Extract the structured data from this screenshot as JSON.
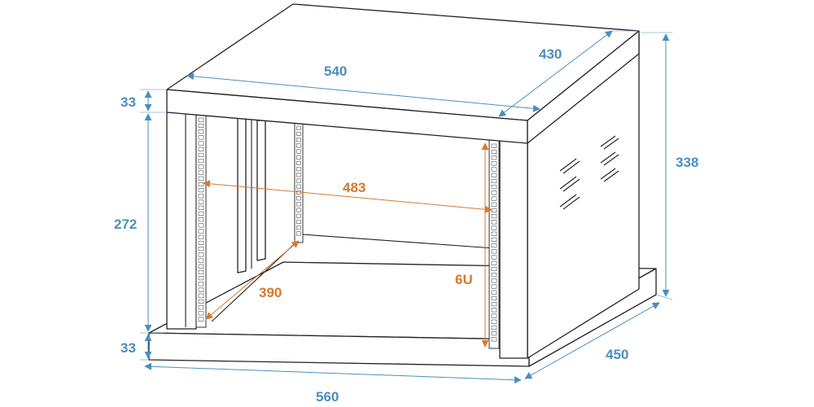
{
  "colors": {
    "blue": "#4a8fbe",
    "orange": "#d9782d",
    "line": "#222222"
  },
  "dimensions": {
    "top_width": "540",
    "top_depth": "430",
    "top_thickness": "33",
    "overall_height": "338",
    "inner_height": "272",
    "rack_width": "483",
    "rack_depth": "390",
    "rack_units": "6U",
    "bottom_thickness": "33",
    "base_depth": "450",
    "base_width": "560"
  }
}
